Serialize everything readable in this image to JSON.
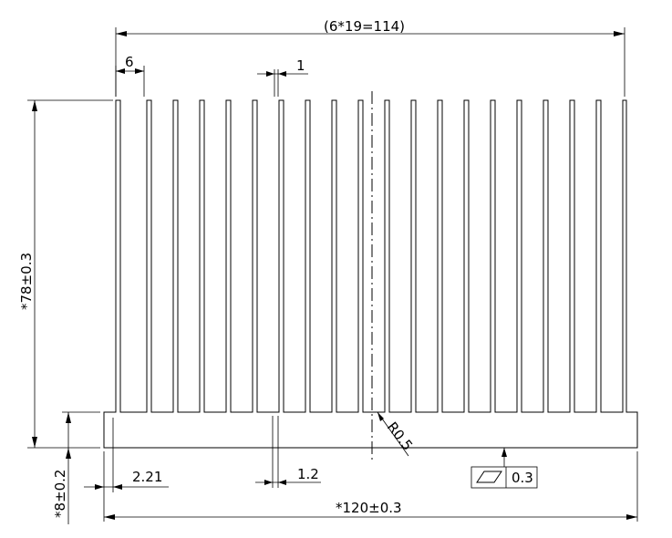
{
  "drawing": {
    "type": "heat-sink-profile",
    "fin_count": 20,
    "dimensions": {
      "fin_pitch_total": "(6*19=114)",
      "fin_pitch": "6",
      "fin_thickness": "1",
      "overall_height": "*78±0.3",
      "base_thickness": "*8±0.2",
      "edge_offset": "2.21",
      "fin_root_width": "1.2",
      "overall_width": "*120±0.3",
      "root_radius": "R0.5"
    },
    "flatness_tolerance": {
      "symbol": "flatness-icon",
      "value": "0.3"
    }
  }
}
